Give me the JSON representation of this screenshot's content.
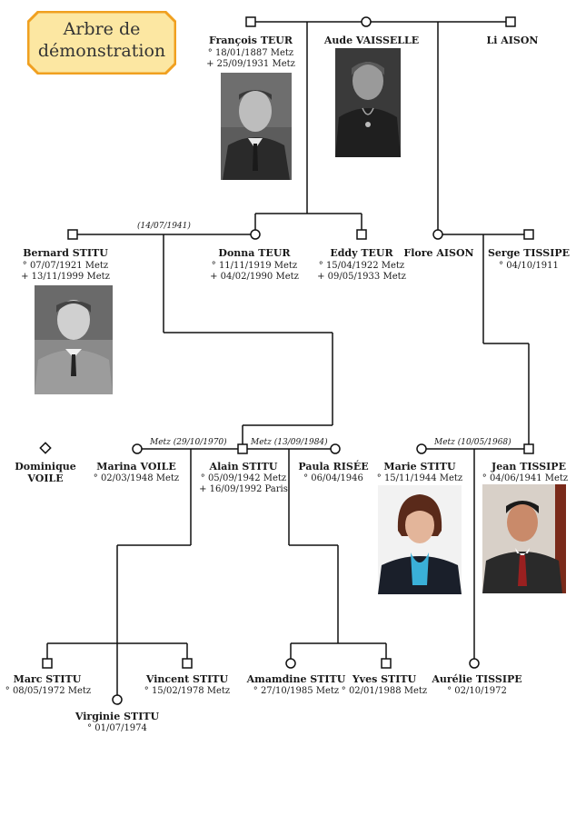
{
  "title": {
    "line1": "Arbre de",
    "line2": "démonstration"
  },
  "colors": {
    "title_fill": "#fce7a2",
    "title_border": "#f0a020",
    "line": "#111111"
  },
  "people": {
    "francois": {
      "name": "François TEUR",
      "birth": "° 18/01/1887 Metz",
      "death": "+ 25/09/1931 Metz"
    },
    "aude": {
      "name": "Aude VAISSELLE"
    },
    "li": {
      "name": "Li AISON"
    },
    "bernard": {
      "name": "Bernard STITU",
      "birth": "° 07/07/1921 Metz",
      "death": "+ 13/11/1999 Metz"
    },
    "donna": {
      "name": "Donna TEUR",
      "birth": "° 11/11/1919 Metz",
      "death": "+ 04/02/1990 Metz"
    },
    "eddy": {
      "name": "Eddy TEUR",
      "birth": "° 15/04/1922 Metz",
      "death": "+ 09/05/1933 Metz"
    },
    "flore": {
      "name": "Flore AISON"
    },
    "serge": {
      "name": "Serge TISSIPE",
      "birth": "° 04/10/1911"
    },
    "dominique": {
      "name1": "Dominique",
      "name2": "VOILE"
    },
    "marina": {
      "name": "Marina VOILE",
      "birth": "° 02/03/1948 Metz"
    },
    "alain": {
      "name": "Alain STITU",
      "birth": "° 05/09/1942 Metz",
      "death": "+ 16/09/1992 Paris"
    },
    "paula": {
      "name": "Paula RISÉE",
      "birth": "° 06/04/1946"
    },
    "marie": {
      "name": "Marie STITU",
      "birth": "° 15/11/1944 Metz"
    },
    "jean": {
      "name": "Jean TISSIPE",
      "birth": "° 04/06/1941 Metz"
    },
    "marc": {
      "name": "Marc STITU",
      "birth": "° 08/05/1972 Metz"
    },
    "virginie": {
      "name": "Virginie STITU",
      "birth": "° 01/07/1974"
    },
    "vincent": {
      "name": "Vincent STITU",
      "birth": "° 15/02/1978 Metz"
    },
    "amamdine": {
      "name": "Amamdine STITU",
      "birth": "° 27/10/1985 Metz"
    },
    "yves": {
      "name": "Yves STITU",
      "birth": "° 02/01/1988 Metz"
    },
    "aurelie": {
      "name": "Aurélie TISSIPE",
      "birth": "° 02/10/1972"
    }
  },
  "marriages": {
    "bernard_donna": "(14/07/1941)",
    "marina_alain": "Metz (29/10/1970)",
    "alain_paula": "Metz (13/09/1984)",
    "marie_jean": "Metz (10/05/1968)"
  }
}
